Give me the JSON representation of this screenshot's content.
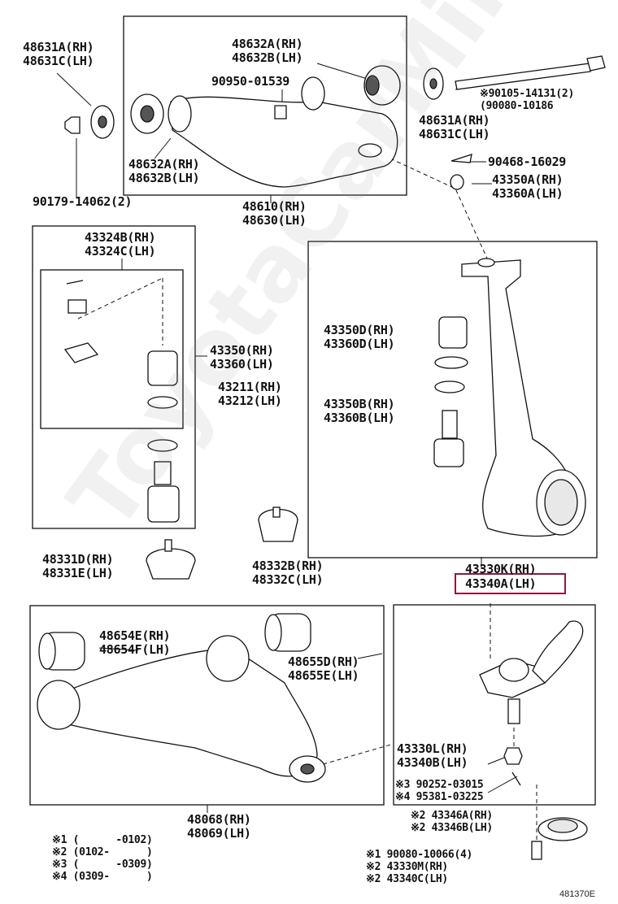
{
  "watermark": "ToyotaCarMine.ru",
  "diagram_code": "481370E",
  "highlight_color": "#8b1a3a",
  "labels": {
    "l1": "48631A(RH)\n48631C(LH)",
    "l2": "48632A(RH)\n48632B(LH)",
    "l3": "90950-01539",
    "l4": "※90105-14131(2)\n(90080-10186",
    "l5": "48631A(RH)\n48631C(LH)",
    "l6": "48632A(RH)\n48632B(LH)",
    "l7": "90468-16029",
    "l8": "43350A(RH)\n43360A(LH)",
    "l9": "90179-14062(2)",
    "l10": "48610(RH)\n48630(LH)",
    "l11": "43324B(RH)\n43324C(LH)",
    "l12": "43350(RH)\n43360(LH)",
    "l13": "43211(RH)\n43212(LH)",
    "l14": "43350D(RH)\n43360D(LH)",
    "l15": "43350B(RH)\n43360B(LH)",
    "l16": "48331D(RH)\n48331E(LH)",
    "l17": "48332B(RH)\n48332C(LH)",
    "l18": "43330K(RH)",
    "l19": "43340A(LH)",
    "l20": "48654E(RH)\n48654F(LH)",
    "l21": "48655D(RH)\n48655E(LH)",
    "l22": "43330L(RH)\n43340B(LH)",
    "l23": "※3 90252-03015\n※4 95381-03225",
    "l24": "48068(RH)\n48069(LH)",
    "l25": "※2 43346A(RH)\n※2 43346B(LH)",
    "l26": "※1 90080-10066(4)\n※2 43330M(RH)\n※2 43340C(LH)",
    "legend": "※1 (      -0102)\n※2 (0102-      )\n※3 (      -0309)\n※4 (0309-      )"
  }
}
